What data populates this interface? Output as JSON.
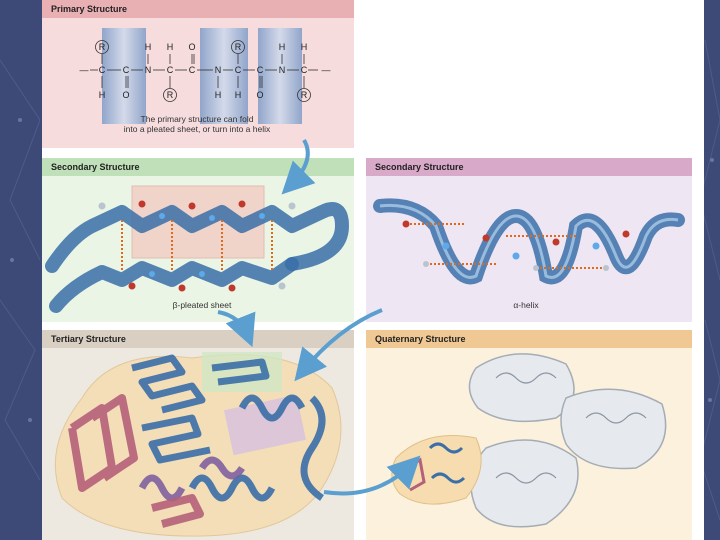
{
  "panels": {
    "primary": {
      "title": "Primary Structure",
      "caption_line1": "The primary structure can fold",
      "caption_line2": "into a pleated sheet, or turn into a helix",
      "chain": {
        "r": "R",
        "h": "H",
        "o": "O",
        "c": "C",
        "n": "N",
        "dash": "—"
      }
    },
    "secondary_sheet": {
      "title": "Secondary Structure",
      "caption": "β-pleated sheet"
    },
    "secondary_helix": {
      "title": "Secondary Structure",
      "caption": "α-helix"
    },
    "tertiary": {
      "title": "Tertiary Structure"
    },
    "quaternary": {
      "title": "Quaternary Structure"
    }
  },
  "colors": {
    "slide_bg": "#3d4a78",
    "primary_head": "#e9b0b4",
    "primary_body": "#f6dcdc",
    "sheet_head": "#bfe0b8",
    "sheet_body": "#eaf5e6",
    "helix_head": "#d9a9c9",
    "helix_body": "#efe6f3",
    "tertiary_head": "#d9cfc3",
    "tertiary_body": "#ede8e0",
    "quaternary_head": "#f0c894",
    "quaternary_body": "#fbf1dc",
    "ribbon_blue": "#3a6fa8",
    "ribbon_pink": "#b5607a",
    "arrow_blue": "#5a9fd0"
  }
}
